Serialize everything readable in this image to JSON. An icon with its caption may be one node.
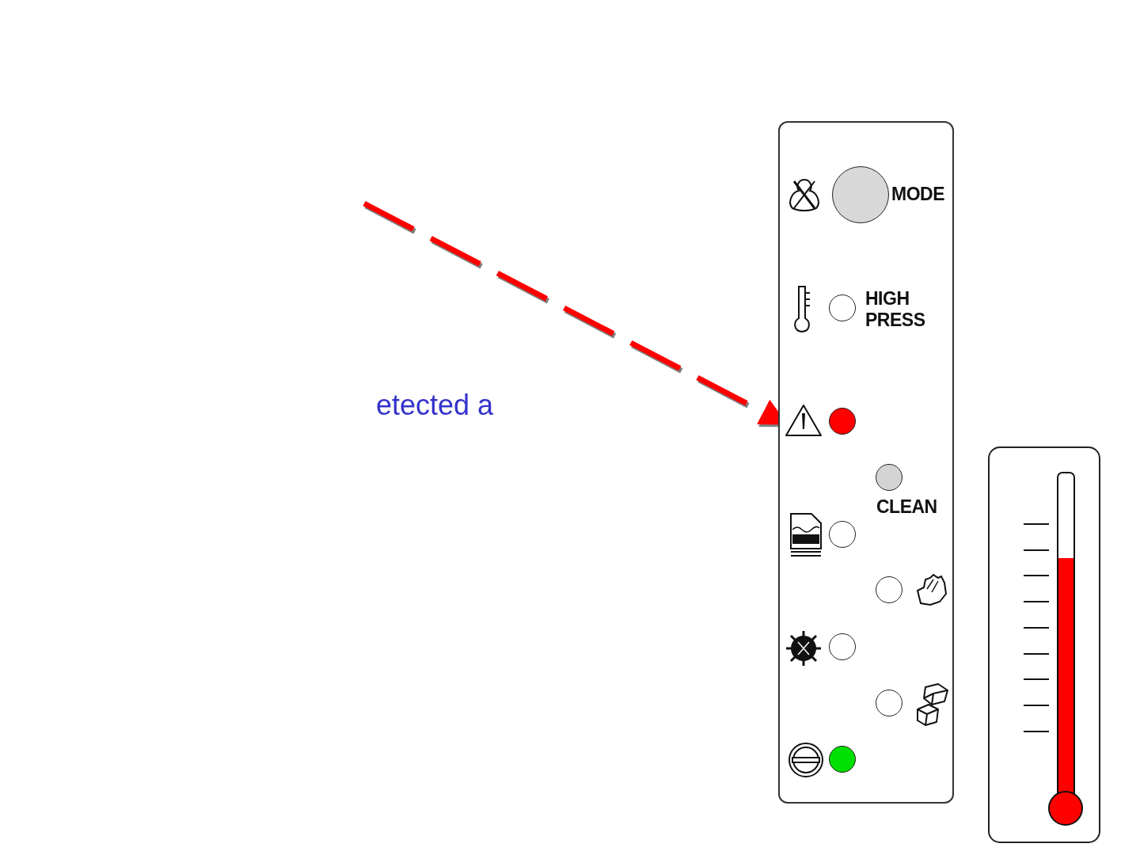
{
  "diagram": {
    "nodes": [
      {
        "text": [
          "MODE",
          "HIGH PRESS",
          "CLEAN"
        ]
      },
      {
        "text": [],
        "shape": "triangle",
        "in": 0
      }
    ],
    "edges": [
      {
        "from": null,
        "to": 1,
        "arrow": "to",
        "style": "dashed",
        "color": "#ff0000"
      }
    ],
    "labels": [
      "etected a"
    ]
  }
}
